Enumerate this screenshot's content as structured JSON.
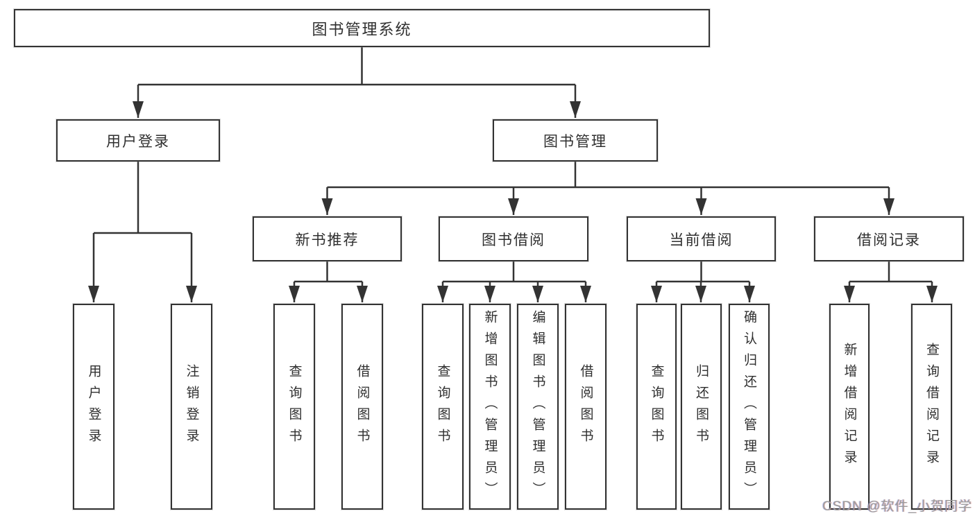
{
  "tree": {
    "root": {
      "label": "图书管理系统"
    },
    "branches": [
      {
        "label": "用户登录",
        "children": [
          {
            "label": "用户登录"
          },
          {
            "label": "注销登录"
          }
        ]
      },
      {
        "label": "图书管理",
        "children": [
          {
            "label": "新书推荐",
            "children": [
              {
                "label": "查询图书"
              },
              {
                "label": "借阅图书"
              }
            ]
          },
          {
            "label": "图书借阅",
            "children": [
              {
                "label": "查询图书"
              },
              {
                "label": "新增图书（管理员）"
              },
              {
                "label": "编辑图书（管理员）"
              },
              {
                "label": "借阅图书"
              }
            ]
          },
          {
            "label": "当前借阅",
            "children": [
              {
                "label": "查询图书"
              },
              {
                "label": "归还图书"
              },
              {
                "label": "确认归还（管理员）"
              }
            ]
          },
          {
            "label": "借阅记录",
            "children": [
              {
                "label": "新增借阅记录"
              },
              {
                "label": "查询借阅记录"
              }
            ]
          }
        ]
      }
    ]
  },
  "watermark": {
    "text": "CSDN @软件_小贺同学"
  },
  "colors": {
    "line": "#333333",
    "box_border": "#333333",
    "box_background": "#ffffff",
    "text": "#2f2f2f",
    "watermark": "#9c9c9c",
    "page_background": "#ffffff"
  }
}
